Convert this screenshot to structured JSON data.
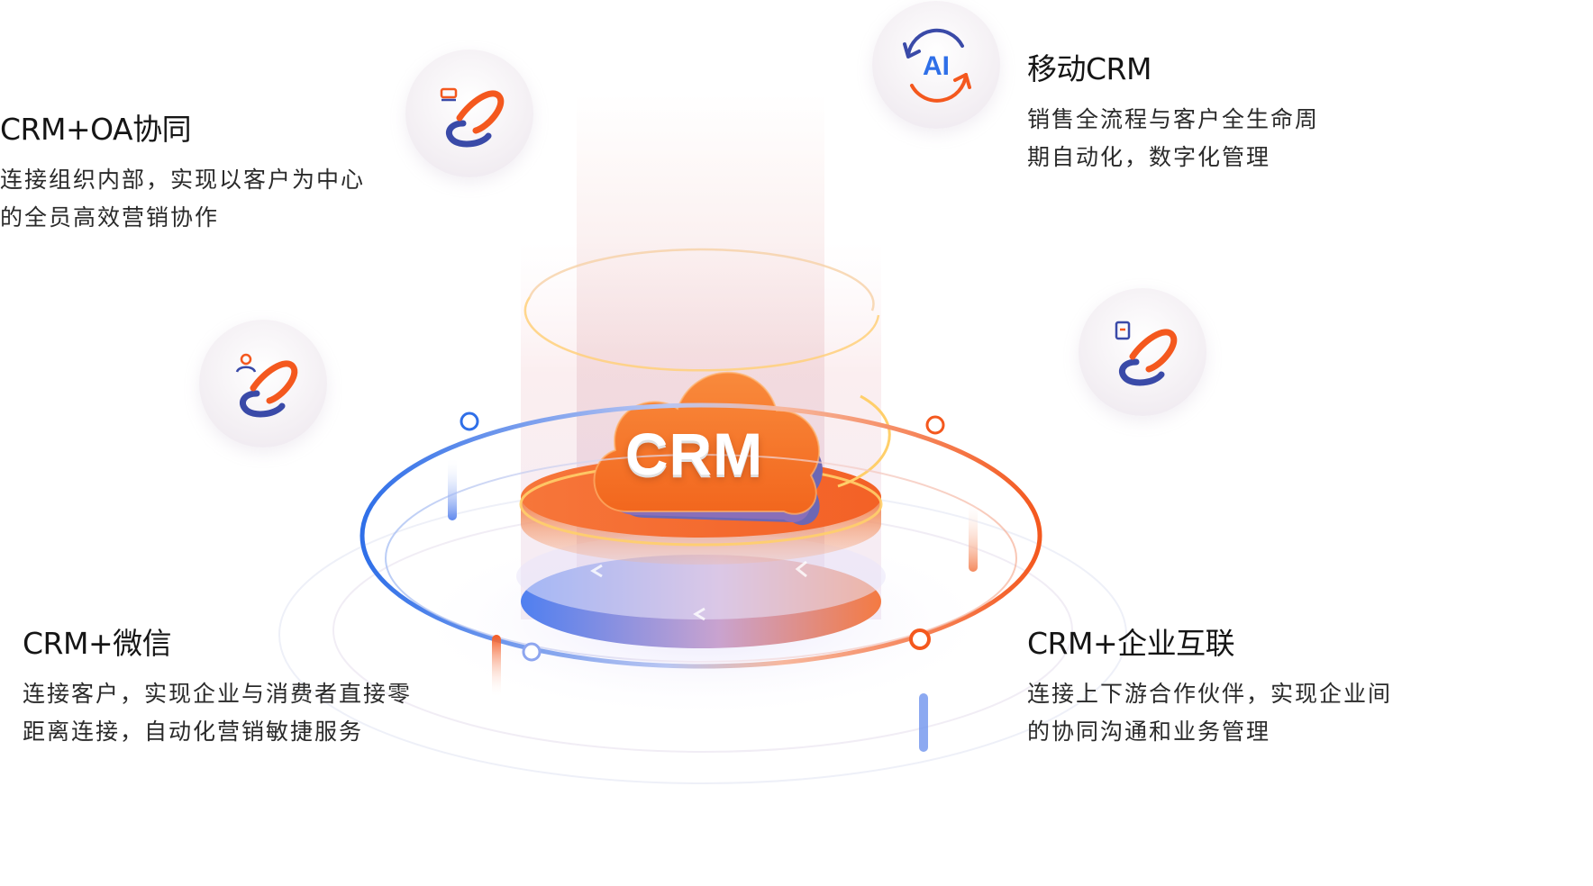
{
  "center": {
    "label": "CRM"
  },
  "features": {
    "oa": {
      "title": "CRM+OA协同",
      "line1": "连接组织内部，实现以客户为中心",
      "line2": "的全员高效营销协作",
      "icon": "chain-link-icon"
    },
    "mobile": {
      "title": "移动CRM",
      "line1": "销售全流程与客户全生命周",
      "line2": "期自动化，数字化管理",
      "icon": "ai-cycle-icon",
      "icon_text": "AI"
    },
    "wechat": {
      "title": "CRM+微信",
      "line1": "连接客户，实现企业与消费者直接零",
      "line2": "距离连接，自动化营销敏捷服务",
      "icon": "user-link-icon"
    },
    "enterprise": {
      "title": "CRM+企业互联",
      "line1": "连接上下游合作伙伴，实现企业间",
      "line2": "的协同沟通和业务管理",
      "icon": "document-link-icon"
    }
  },
  "colors": {
    "orange": "#f4581e",
    "blue": "#2f6fe8",
    "navy": "#3a4aa8",
    "text": "#1a1a1a"
  }
}
